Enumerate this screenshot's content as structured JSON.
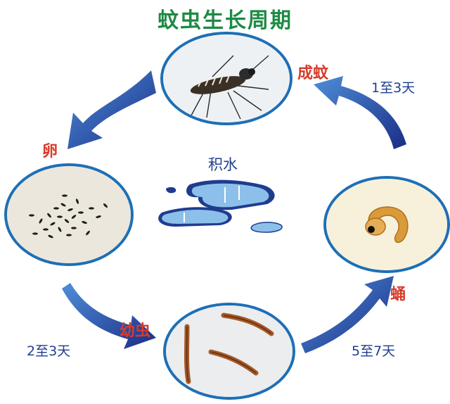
{
  "title": "蚊虫生长周期",
  "center": {
    "label": "积水"
  },
  "stages": {
    "adult": {
      "label": "成蚊"
    },
    "egg": {
      "label": "卵"
    },
    "larva": {
      "label": "幼虫"
    },
    "pupa": {
      "label": "蛹"
    }
  },
  "durations": {
    "pupa_to_adult": "1至3天",
    "egg_to_larva": "2至3天",
    "larva_to_pupa": "5至7天"
  },
  "colors": {
    "title": "#1e8a44",
    "stage_label": "#d83b2b",
    "duration_label": "#1f3f8f",
    "arrow": "#1f3c8f",
    "circle_border": "#1d6fb5",
    "water": "#7fb6e6"
  }
}
